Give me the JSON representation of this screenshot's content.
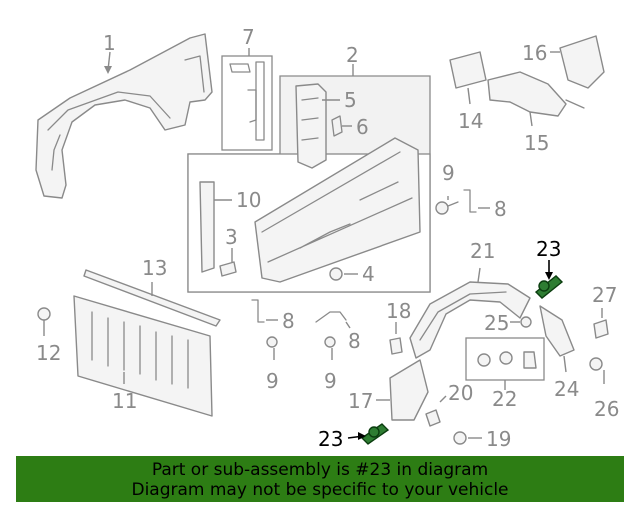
{
  "diagram": {
    "callouts": {
      "c1": "1",
      "c2": "2",
      "c3": "3",
      "c4": "4",
      "c5": "5",
      "c6": "6",
      "c7": "7",
      "c8a": "8",
      "c8b": "8",
      "c8c": "8",
      "c9a": "9",
      "c9b": "9",
      "c9c": "9",
      "c10": "10",
      "c11": "11",
      "c12": "12",
      "c13": "13",
      "c14": "14",
      "c15": "15",
      "c16": "16",
      "c17": "17",
      "c18": "18",
      "c19": "19",
      "c20": "20",
      "c21": "21",
      "c22": "22",
      "c23a": "23",
      "c23b": "23",
      "c24": "24",
      "c25": "25",
      "c26": "26",
      "c27": "27"
    },
    "highlight_part": "23",
    "highlight_color": "#2e7d32"
  },
  "banner": {
    "line1": "Part or sub-assembly is #23 in diagram",
    "line2": "Diagram may not be specific to your vehicle",
    "background": "#2d7d14"
  }
}
